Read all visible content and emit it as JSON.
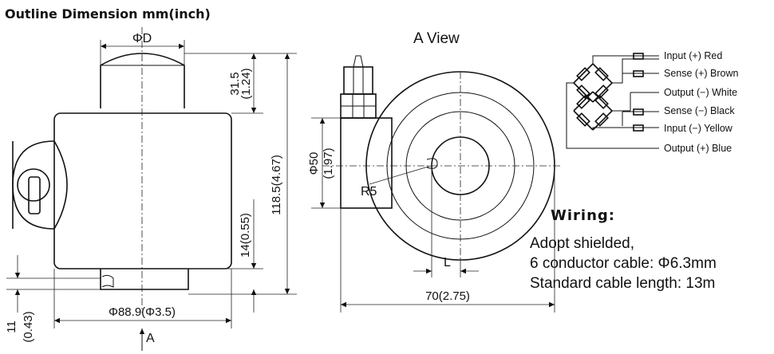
{
  "title": "Outline Dimension mm(inch)",
  "view_label": "A View",
  "dimensions": {
    "phi_d": "ΦD",
    "top_h_mm": "31.5",
    "top_h_in": "(1.24)",
    "total_h": "118.5(4.67)",
    "lower_h": "14(0.55)",
    "base_mm": "11",
    "base_in": "(0.43)",
    "diameter": "Φ88.9(Φ3.5)",
    "arrow_label": "A",
    "phi50_mm": "Φ50",
    "phi50_in": "(1.97)",
    "radius": "R5",
    "l_label": "L",
    "width": "70(2.75)"
  },
  "wire_labels": [
    "Input (+) Red",
    "Sense (+) Brown",
    "Output (−) White",
    "Sense (−) Black",
    "Input (−) Yellow",
    "Output (+) Blue"
  ],
  "wiring": {
    "heading": "Wiring:",
    "line1": "Adopt shielded,",
    "line2": "6 conductor cable:  Φ6.3mm",
    "line3": "Standard cable length: 13m"
  }
}
